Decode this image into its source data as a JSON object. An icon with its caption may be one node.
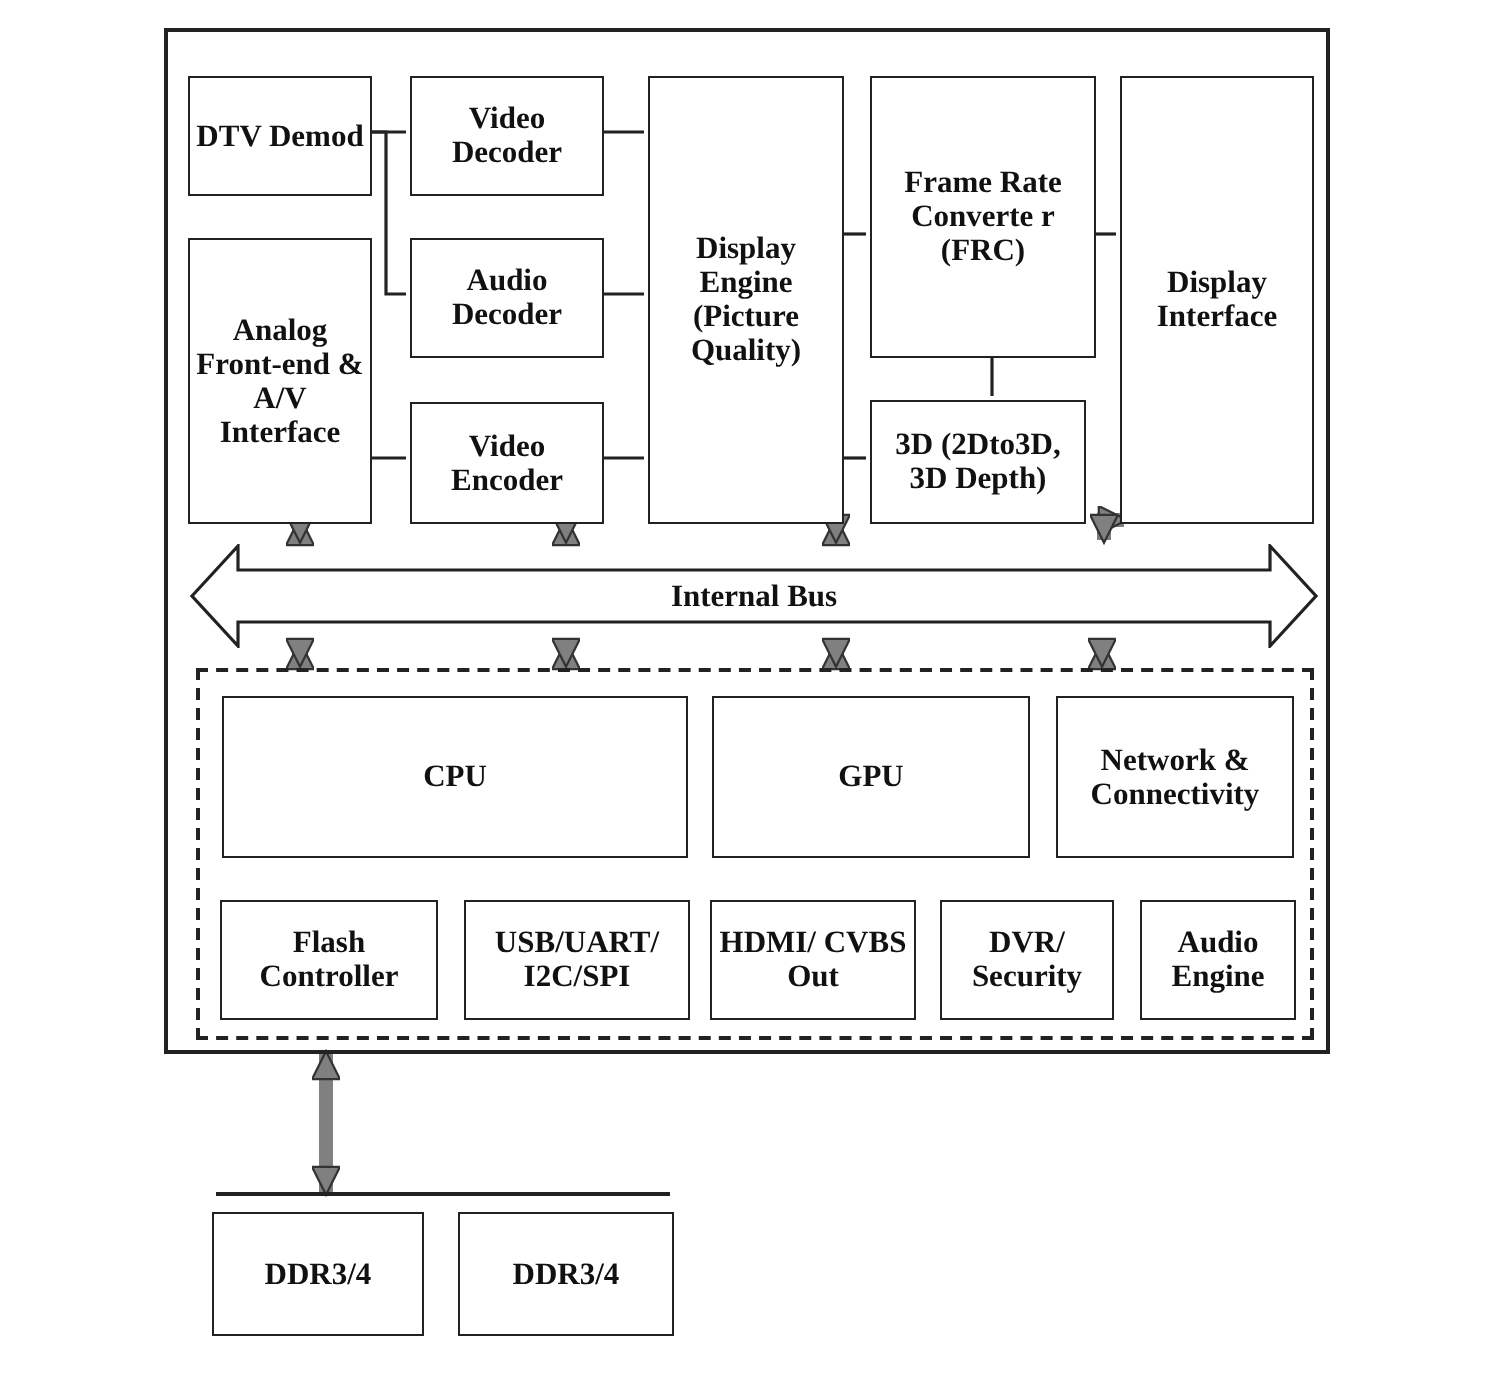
{
  "diagram": {
    "nodes": [
      {
        "text": [],
        "shape": "box"
      },
      {
        "text": [
          "DTV Demod"
        ],
        "in": 0
      },
      {
        "text": [
          "Video Decoder"
        ],
        "in": 0
      },
      {
        "text": [
          "Audio Decoder"
        ],
        "in": 0
      },
      {
        "text": [
          "Analog Front-end & A/V Interface"
        ],
        "in": 0
      },
      {
        "text": [
          "Video Encoder"
        ],
        "in": 0
      },
      {
        "text": [
          "Display Engine (Picture Quality)"
        ],
        "in": 0
      },
      {
        "text": [
          "Frame Rate Converte r (FRC)"
        ],
        "in": 0
      },
      {
        "text": [
          "3D (2Dto3D, 3D Depth)"
        ],
        "in": 0
      },
      {
        "text": [
          "Display Interface"
        ],
        "in": 0
      },
      {
        "text": [
          "Internal Bus"
        ],
        "in": 0
      },
      {
        "text": [],
        "shape": "box",
        "in": 0
      },
      {
        "text": [
          "CPU"
        ],
        "in": 11
      },
      {
        "text": [
          "GPU"
        ],
        "in": 11
      },
      {
        "text": [
          "Network & Connectivity"
        ],
        "in": 11
      },
      {
        "text": [
          "Flash Controller"
        ],
        "in": 11
      },
      {
        "text": [
          "USB/UART/ I2C/SPI"
        ],
        "in": 11
      },
      {
        "text": [
          "HDMI/ CVBS Out"
        ],
        "in": 11
      },
      {
        "text": [
          "DVR/ Security"
        ],
        "in": 11
      },
      {
        "text": [
          "Audio Engine"
        ],
        "in": 11
      },
      {
        "text": [],
        "shape": "bar"
      },
      {
        "text": [
          "DDR3/4"
        ]
      },
      {
        "text": [
          "DDR3/4"
        ]
      }
    ],
    "edges": [
      {
        "from": 1,
        "to": 2,
        "arrow": "none"
      },
      {
        "from": 1,
        "to": 3,
        "arrow": "none"
      },
      {
        "from": 4,
        "to": 5,
        "arrow": "none"
      },
      {
        "from": 2,
        "to": 6,
        "arrow": "none"
      },
      {
        "from": 3,
        "to": 6,
        "arrow": "none"
      },
      {
        "from": 5,
        "to": 6,
        "arrow": "none"
      },
      {
        "from": 6,
        "to": 7,
        "arrow": "none"
      },
      {
        "from": 6,
        "to": 8,
        "arrow": "none"
      },
      {
        "from": 7,
        "to": 8,
        "arrow": "none"
      },
      {
        "from": 7,
        "to": 9,
        "arrow": "none"
      },
      {
        "from": 4,
        "to": 10,
        "arrow": "both",
        "style": "thick",
        "color": "#808080"
      },
      {
        "from": 5,
        "to": 10,
        "arrow": "both",
        "style": "thick",
        "color": "#808080"
      },
      {
        "from": 6,
        "to": 10,
        "arrow": "both",
        "style": "thick",
        "color": "#808080"
      },
      {
        "from": 9,
        "to": 10,
        "arrow": "both",
        "style": "thick",
        "color": "#808080"
      },
      {
        "from": 10,
        "to": 11,
        "arrow": "both",
        "style": "thick",
        "color": "#808080"
      },
      {
        "from": 10,
        "to": 11,
        "arrow": "both",
        "style": "thick",
        "color": "#808080"
      },
      {
        "from": 10,
        "to": 11,
        "arrow": "both",
        "style": "thick",
        "color": "#808080"
      },
      {
        "from": 10,
        "to": 11,
        "arrow": "both",
        "style": "thick",
        "color": "#808080"
      },
      {
        "from": 0,
        "to": 20,
        "arrow": "both",
        "style": "thick",
        "color": "#808080"
      }
    ]
  }
}
